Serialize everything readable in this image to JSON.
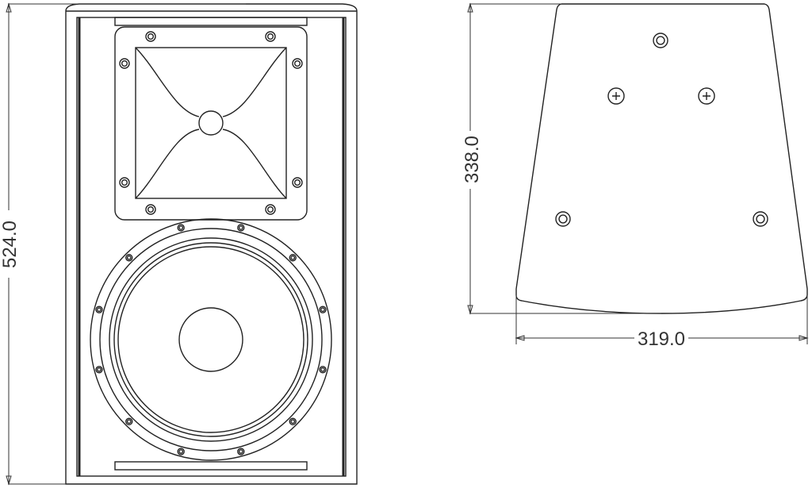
{
  "drawing": {
    "front_view": {
      "height_dimension": "524.0"
    },
    "side_view": {
      "height_dimension": "338.0",
      "width_dimension": "319.0"
    }
  },
  "colors": {
    "line": "#222222",
    "background": "#ffffff"
  }
}
